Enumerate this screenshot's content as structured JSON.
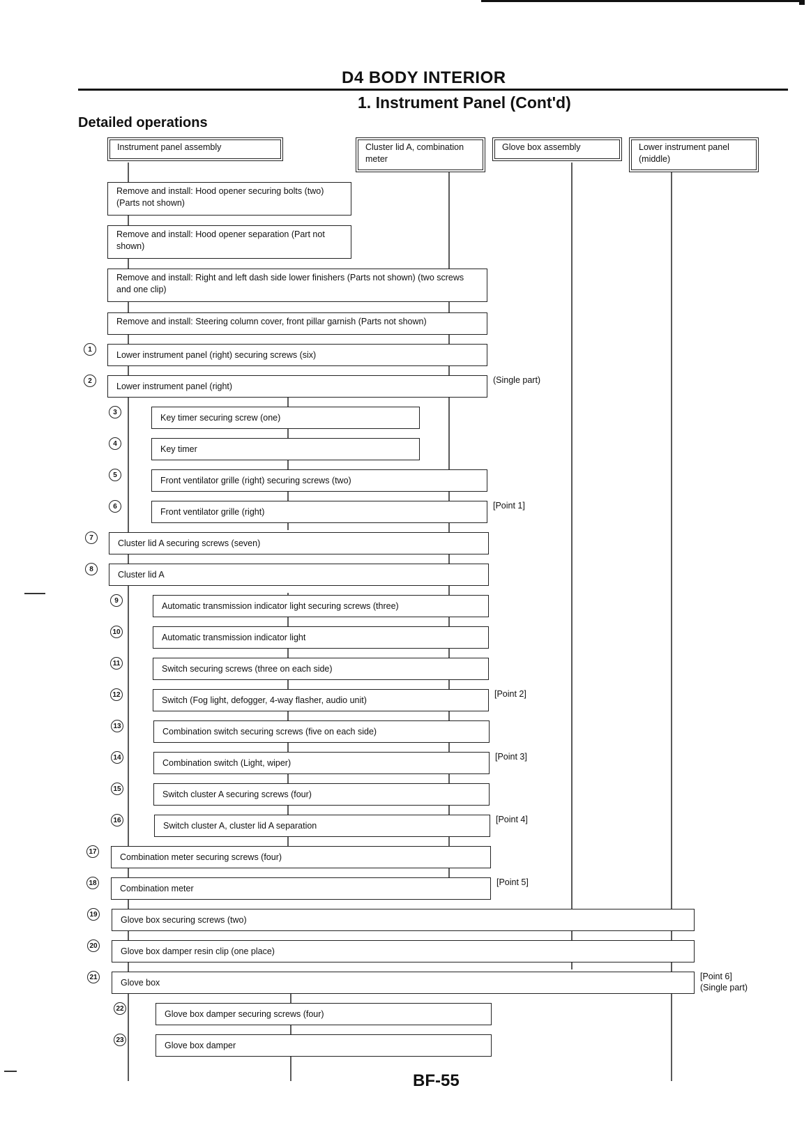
{
  "section_title": "D4 BODY INTERIOR",
  "subsection_title": "1. Instrument Panel (Cont'd)",
  "detailed_heading": "Detailed operations",
  "columns": [
    {
      "label": "Instrument panel assembly"
    },
    {
      "label": "Cluster lid A, combination meter"
    },
    {
      "label": "Glove box assembly"
    },
    {
      "label": "Lower instrument panel (middle)"
    }
  ],
  "pre_steps": [
    {
      "label": "Remove and install: Hood opener securing bolts (two) (Parts not shown)"
    },
    {
      "label": "Remove and install: Hood opener separation (Part not shown)"
    },
    {
      "label": "Remove and install: Right and left dash side lower finishers (Parts not shown) (two screws and one clip)"
    },
    {
      "label": "Remove and install: Steering column cover, front pillar garnish (Parts not shown)"
    }
  ],
  "steps": [
    {
      "num": "1",
      "label": "Lower instrument panel (right) securing screws (six)",
      "note": ""
    },
    {
      "num": "2",
      "label": "Lower instrument panel (right)",
      "note": "(Single part)"
    },
    {
      "num": "3",
      "label": "Key timer securing screw (one)",
      "note": ""
    },
    {
      "num": "4",
      "label": "Key timer",
      "note": ""
    },
    {
      "num": "5",
      "label": "Front ventilator grille (right) securing screws (two)",
      "note": ""
    },
    {
      "num": "6",
      "label": "Front ventilator grille (right)",
      "note": "[Point 1]"
    },
    {
      "num": "7",
      "label": "Cluster lid A securing screws (seven)",
      "note": ""
    },
    {
      "num": "8",
      "label": "Cluster lid A",
      "note": ""
    },
    {
      "num": "9",
      "label": "Automatic transmission indicator light securing screws (three)",
      "note": ""
    },
    {
      "num": "10",
      "label": "Automatic transmission indicator light",
      "note": ""
    },
    {
      "num": "11",
      "label": "Switch securing screws (three on each side)",
      "note": ""
    },
    {
      "num": "12",
      "label": "Switch (Fog light, defogger, 4-way flasher, audio unit)",
      "note": "[Point 2]"
    },
    {
      "num": "13",
      "label": "Combination switch securing screws (five on each side)",
      "note": ""
    },
    {
      "num": "14",
      "label": "Combination switch (Light, wiper)",
      "note": "[Point 3]"
    },
    {
      "num": "15",
      "label": "Switch cluster A securing screws (four)",
      "note": ""
    },
    {
      "num": "16",
      "label": "Switch cluster A, cluster lid A separation",
      "note": "[Point 4]"
    },
    {
      "num": "17",
      "label": "Combination meter securing screws (four)",
      "note": ""
    },
    {
      "num": "18",
      "label": "Combination meter",
      "note": "[Point 5]"
    },
    {
      "num": "19",
      "label": "Glove box securing screws (two)",
      "note": ""
    },
    {
      "num": "20",
      "label": "Glove box damper resin clip (one place)",
      "note": ""
    },
    {
      "num": "21",
      "label": "Glove box",
      "note": "[Point 6]\n(Single part)"
    },
    {
      "num": "22",
      "label": "Glove box damper securing screws (four)",
      "note": ""
    },
    {
      "num": "23",
      "label": "Glove box damper",
      "note": ""
    }
  ],
  "page_number": "BF-55"
}
